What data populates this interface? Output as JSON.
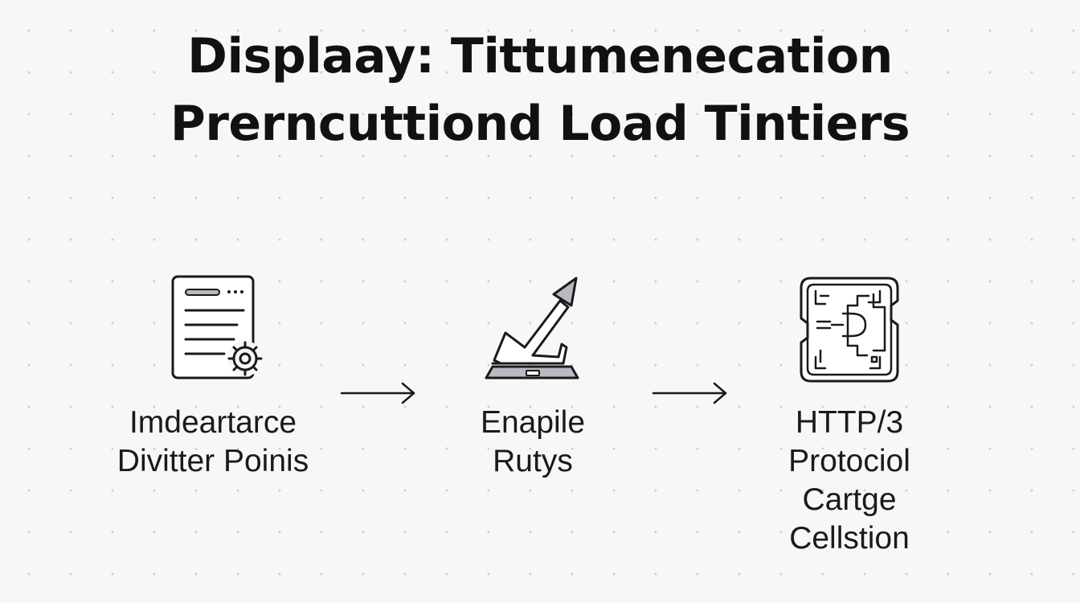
{
  "title": {
    "line1": "Displaay: Tittumenecation",
    "line2": "Prerncuttiond Load Tintiers"
  },
  "steps": [
    {
      "icon": "document-gear-icon",
      "label_lines": [
        "Imdeartarce",
        "Divitter Poinis"
      ]
    },
    {
      "icon": "launch-arrow-icon",
      "label_lines": [
        "Enapile",
        "Rutys"
      ]
    },
    {
      "icon": "circuit-chip-icon",
      "label_lines": [
        "HTTP/3",
        "Protociol",
        "Cartge",
        "Cellstion"
      ]
    }
  ],
  "colors": {
    "stroke": "#1a1a1a",
    "accent_gray": "#b9b9c2",
    "background": "#f7f7f7"
  }
}
